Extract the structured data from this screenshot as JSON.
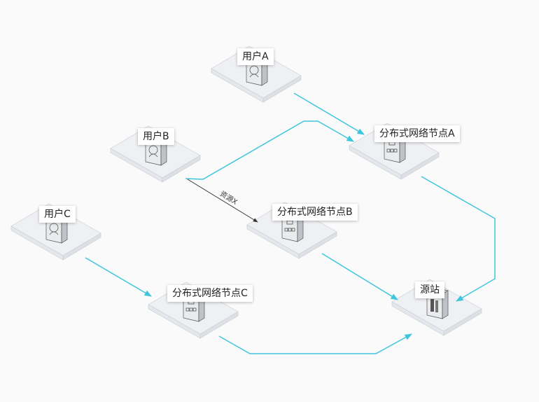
{
  "colors": {
    "link": "#3ec6dc",
    "resource_link": "#333333",
    "platform": "#eef0f3",
    "platform_edge": "#c8ccd2",
    "server": "#d9dcdf"
  },
  "nodes": {
    "userA": {
      "label": "用户A",
      "icon": "user-server-icon"
    },
    "userB": {
      "label": "用户B",
      "icon": "user-server-icon"
    },
    "userC": {
      "label": "用户C",
      "icon": "user-server-icon"
    },
    "nodeA": {
      "label": "分布式网络节点A",
      "icon": "network-server-icon"
    },
    "nodeB": {
      "label": "分布式网络节点B",
      "icon": "network-server-icon"
    },
    "nodeC": {
      "label": "分布式网络节点C",
      "icon": "network-server-icon"
    },
    "origin": {
      "label": "源站",
      "icon": "origin-server-icon"
    }
  },
  "edges": [
    {
      "from": "userA",
      "to": "nodeA",
      "style": "link"
    },
    {
      "from": "userB",
      "to": "nodeA",
      "style": "link"
    },
    {
      "from": "userB",
      "to": "nodeB",
      "style": "resource",
      "label": "资源X"
    },
    {
      "from": "userC",
      "to": "nodeC",
      "style": "link"
    },
    {
      "from": "nodeA",
      "to": "origin",
      "style": "link"
    },
    {
      "from": "nodeB",
      "to": "origin",
      "style": "link"
    },
    {
      "from": "nodeC",
      "to": "origin",
      "style": "link"
    }
  ]
}
